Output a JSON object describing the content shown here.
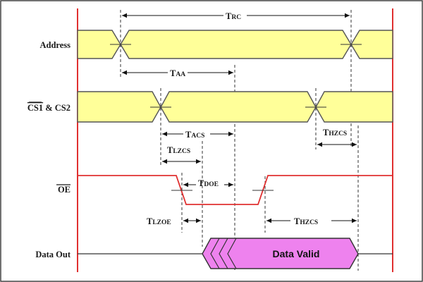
{
  "signals": {
    "address": "Address",
    "cs_main": "CS1",
    "cs_rest": " & CS2",
    "oe": "OE",
    "data_out": "Data Out"
  },
  "timings": {
    "trc": {
      "main": "T",
      "sub": "RC"
    },
    "taa": {
      "main": "T",
      "sub": "AA"
    },
    "tacs": {
      "main": "T",
      "sub": "ACS"
    },
    "tlzcs": {
      "main": "T",
      "sub": "LZCS"
    },
    "thzcs": {
      "main": "T",
      "sub": "HZCS"
    },
    "tdoe": {
      "main": "T",
      "sub": "DOE"
    },
    "tlzoe": {
      "main": "T",
      "sub": "LZOE"
    },
    "thzcs2": {
      "main": "T",
      "sub": "HZCS"
    }
  },
  "data_valid": "Data Valid",
  "colors": {
    "bus_fill": "#ffff99",
    "data_fill": "#ee82ee",
    "boundary": "#e03030"
  }
}
